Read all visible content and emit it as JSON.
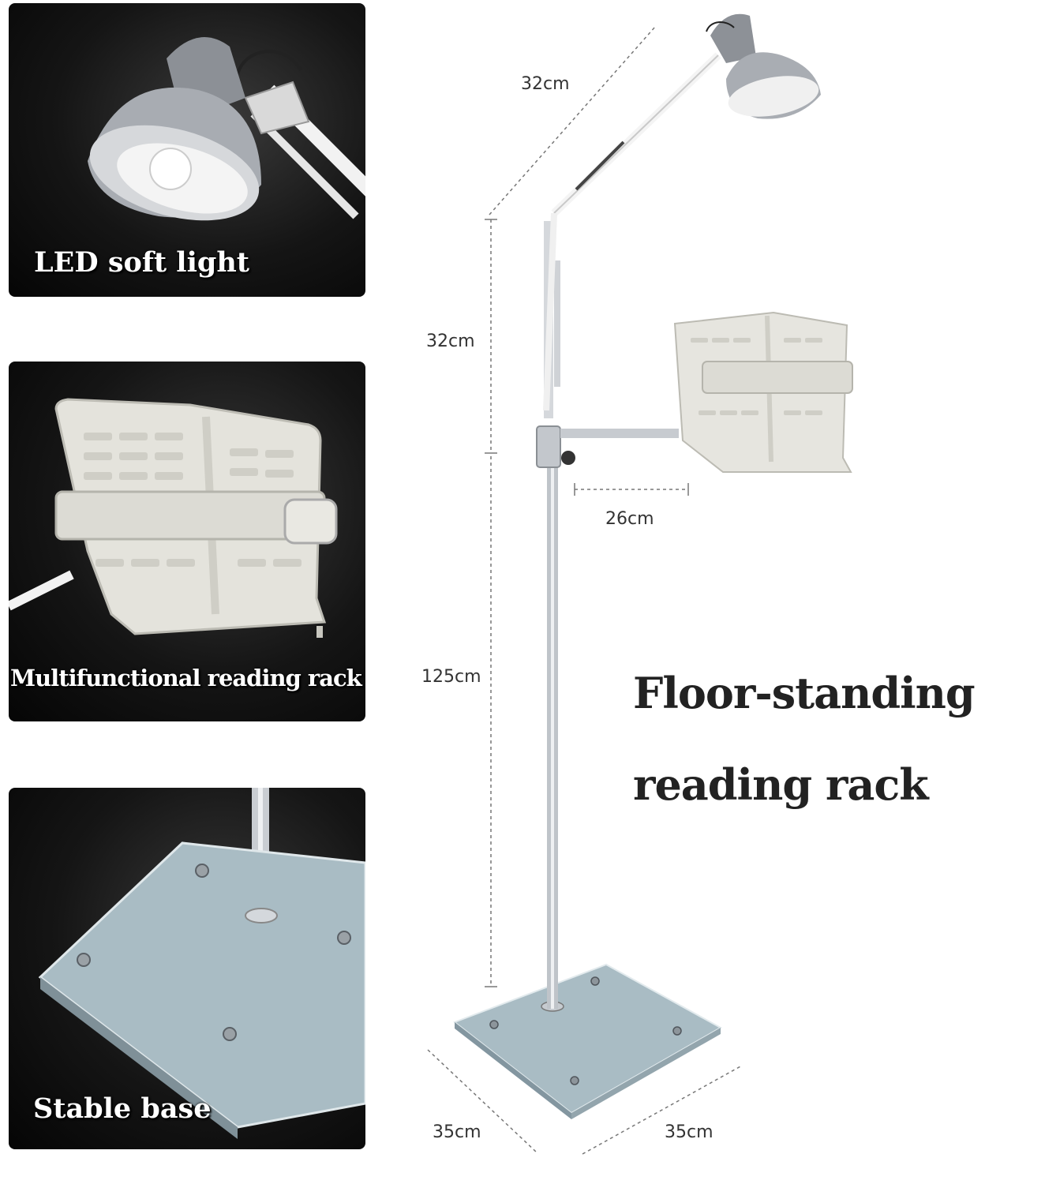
{
  "panels": [
    {
      "caption": "LED soft light",
      "icon": "lamp-head-icon"
    },
    {
      "caption": "Multifunctional reading rack",
      "icon": "book-holder-icon"
    },
    {
      "caption": "Stable base",
      "icon": "glass-base-icon"
    }
  ],
  "headline": {
    "line1": "Floor-standing",
    "line2": "reading rack"
  },
  "dimensions": {
    "arm_top": "32cm",
    "arm_mid": "32cm",
    "rack_arm": "26cm",
    "pole": "125cm",
    "base_left": "35cm",
    "base_right": "35cm"
  },
  "colors": {
    "panel_bg": "#151515",
    "caption": "#ffffff",
    "headline": "#222222",
    "metal": "#b9bec4",
    "glass": "#a9bcc4"
  }
}
